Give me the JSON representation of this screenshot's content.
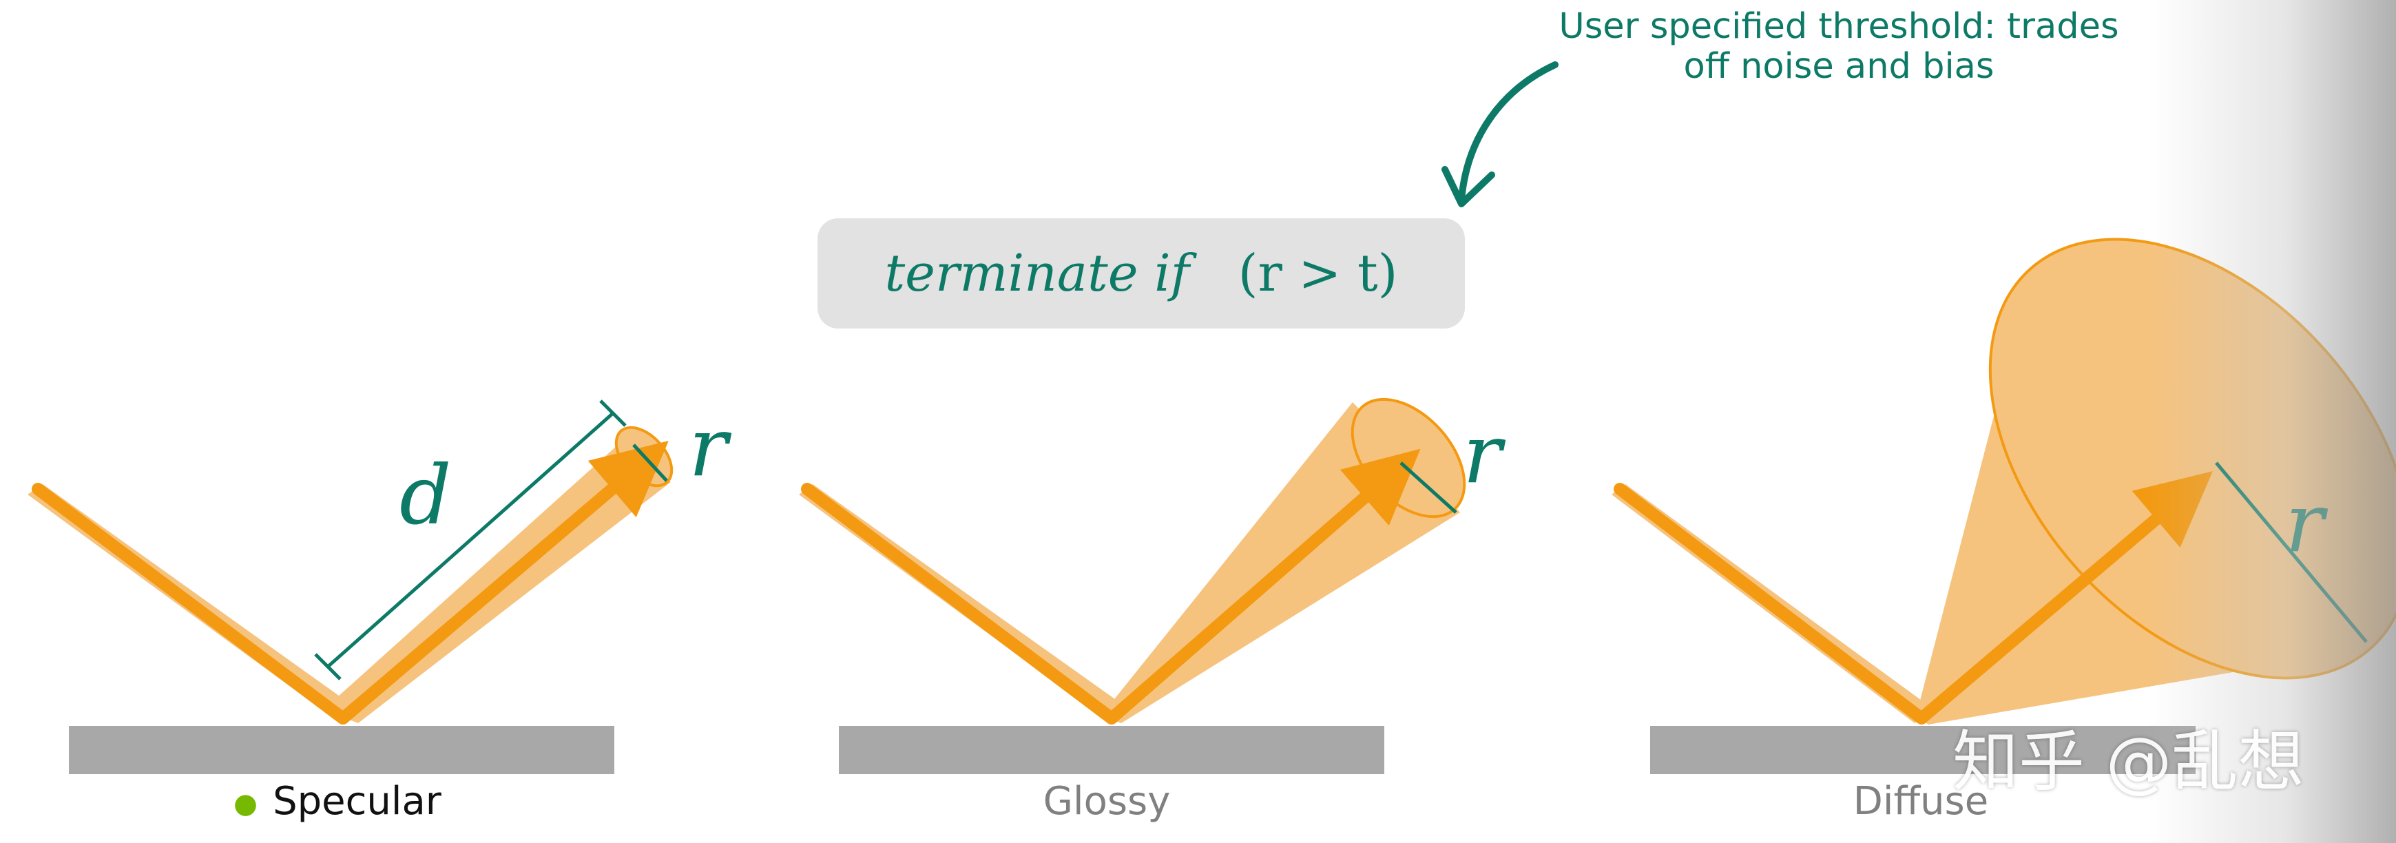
{
  "annotation": {
    "line1": "User specified threshold: trades",
    "line2": "off noise and bias"
  },
  "formula": {
    "prefix": "terminate if",
    "condition": "(r > t)"
  },
  "panels": [
    {
      "caption": "Specular",
      "radius_label": "r",
      "distance_label": "d"
    },
    {
      "caption": "Glossy",
      "radius_label": "r"
    },
    {
      "caption": "Diffuse",
      "radius_label": "r"
    }
  ],
  "watermark": "知乎 @乱想",
  "colors": {
    "accent_teal": "#0c7a66",
    "ray_orange": "#f39a12",
    "cone_fill": "#f6c37e",
    "surface_gray": "#a8a8a8",
    "bullet_green": "#76b900",
    "formula_box": "#e2e2e2"
  }
}
